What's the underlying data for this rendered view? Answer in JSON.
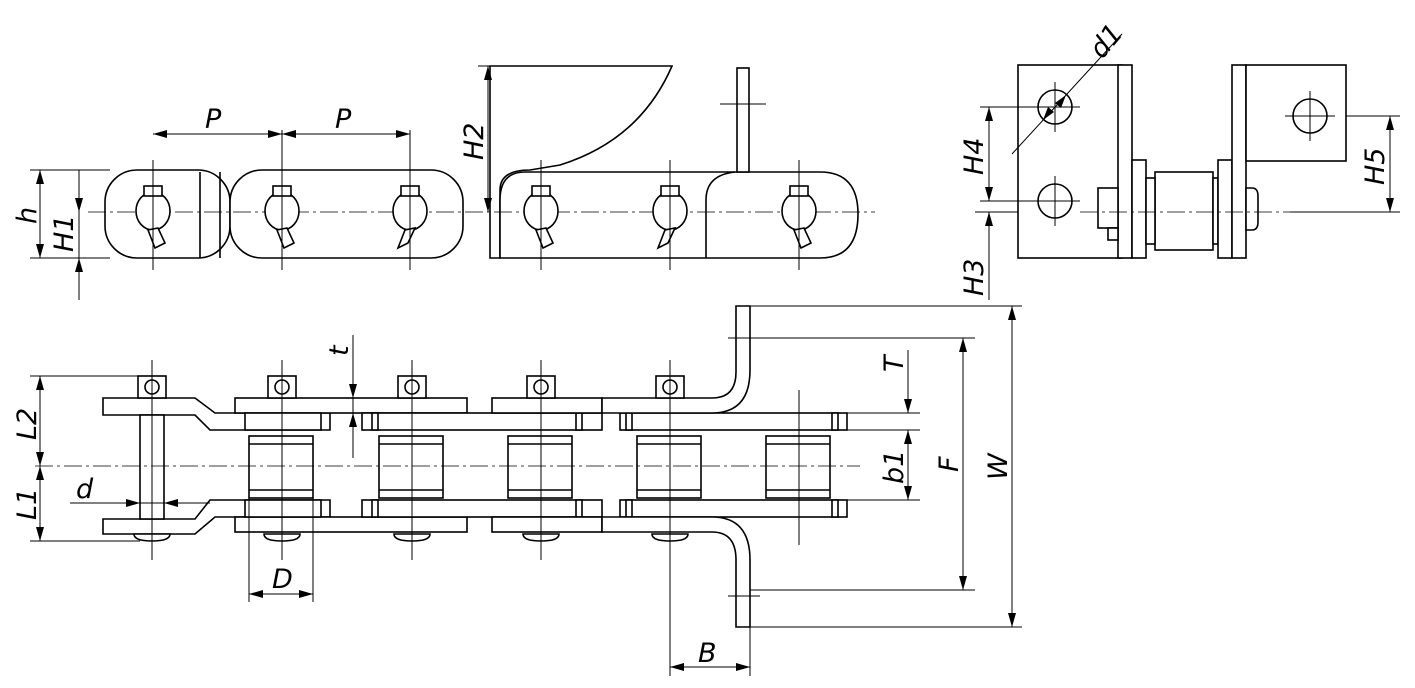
{
  "labels": {
    "P1": "P",
    "P2": "P",
    "h": "h",
    "H1": "H1",
    "H2": "H2",
    "H3": "H3",
    "H4": "H4",
    "H5": "H5",
    "d1": "d1",
    "t": "t",
    "T": "T",
    "L1": "L1",
    "L2": "L2",
    "d": "d",
    "D": "D",
    "b1": "b1",
    "F": "F",
    "W": "W",
    "B": "B"
  }
}
